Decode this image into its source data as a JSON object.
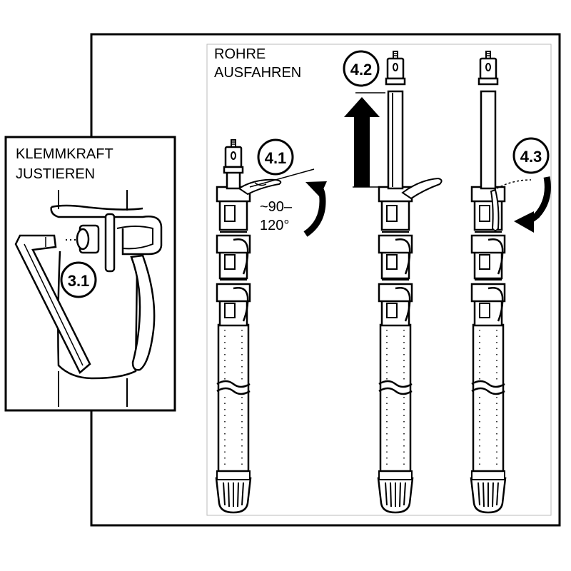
{
  "main_panel": {
    "heading_line1": "ROHRE",
    "heading_line2": "AUSFAHREN"
  },
  "inset_panel": {
    "heading_line1": "KLEMMKRAFT",
    "heading_line2": "JUSTIEREN",
    "step_badge": "3.1"
  },
  "steps": {
    "step_4_1": {
      "badge": "4.1",
      "angle_line1": "~90–",
      "angle_line2": "120°"
    },
    "step_4_2": {
      "badge": "4.2"
    },
    "step_4_3": {
      "badge": "4.3"
    }
  }
}
